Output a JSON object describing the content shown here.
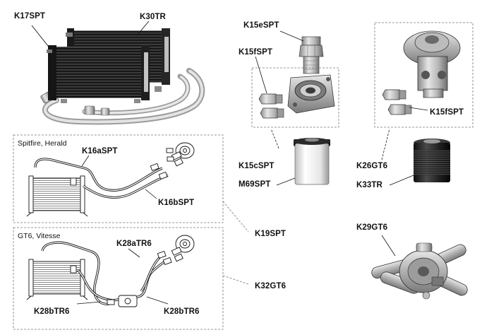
{
  "diagram": {
    "colors": {
      "ink": "#111111",
      "metal_light": "#d6d6d6",
      "metal_mid": "#a9a9a9",
      "metal_dark": "#5e5e5e",
      "cooler_dark": "#2a2a2a",
      "filter_white": "#f2f2f2",
      "filter_black": "#1c1c1c",
      "dashed_box": "#777777"
    },
    "parts": {
      "k17spt": "K17SPT",
      "k30tr": "K30TR",
      "k15espt": "K15eSPT",
      "k15fspt_left": "K15fSPT",
      "k15fspt_right": "K15fSPT",
      "k15cspt": "K15cSPT",
      "m69spt": "M69SPT",
      "k26gt6": "K26GT6",
      "k33tr": "K33TR",
      "k16aspt": "K16aSPT",
      "k16bspt": "K16bSPT",
      "k19spt": "K19SPT",
      "k28atr6": "K28aTR6",
      "k28btr6_left": "K28bTR6",
      "k28btr6_right": "K28bTR6",
      "k32gt6": "K32GT6",
      "k29gt6": "K29GT6"
    },
    "captions": {
      "spitfire": "Spitfire, Herald",
      "gt6": "GT6, Vitesse"
    }
  }
}
